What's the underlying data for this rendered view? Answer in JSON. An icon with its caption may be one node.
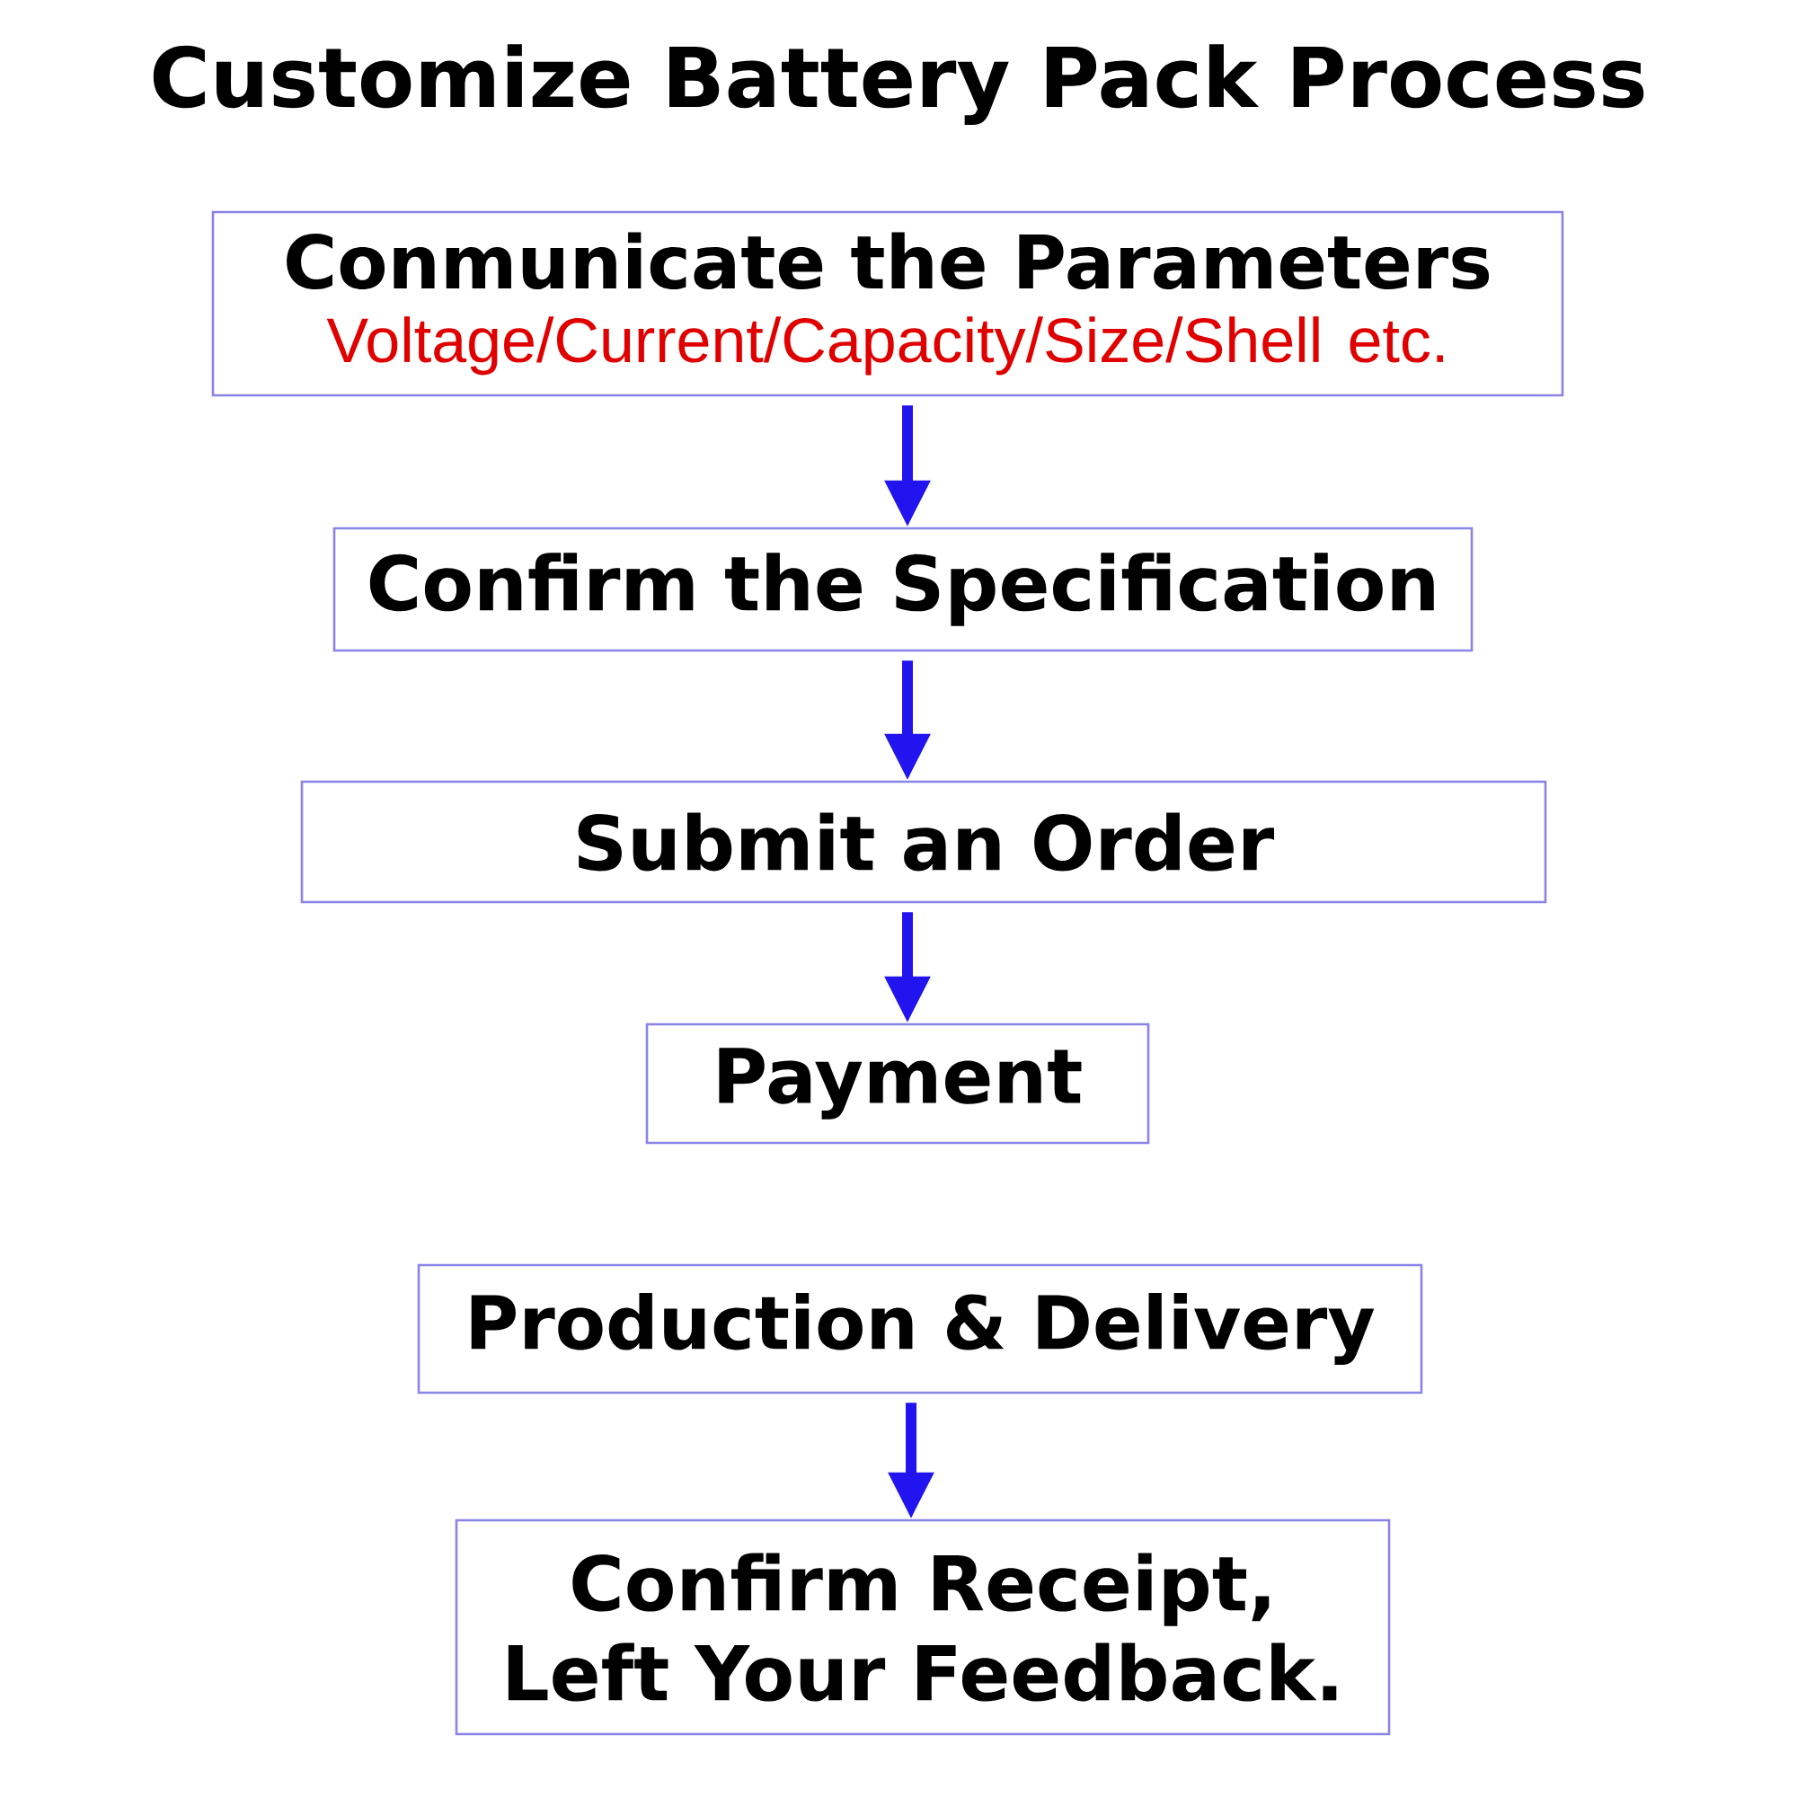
{
  "diagram": {
    "title": "Customize Battery Pack Process",
    "nodes": [
      {
        "text": [
          "Conmunicate the Parameters",
          "Voltage/Current/Capacity/Size/Shell etc."
        ]
      },
      {
        "text": [
          "Confirm the Specification"
        ]
      },
      {
        "text": [
          "Submit an Order"
        ]
      },
      {
        "text": [
          "Payment"
        ]
      },
      {
        "text": [
          "Production & Delivery"
        ]
      },
      {
        "text": [
          "Confirm Receipt, Left Your Feedback."
        ]
      }
    ],
    "edges": [
      {
        "from": 0,
        "to": 1,
        "arrow": "to"
      },
      {
        "from": 1,
        "to": 2,
        "arrow": "to"
      },
      {
        "from": 2,
        "to": 3,
        "arrow": "to"
      },
      {
        "from": 4,
        "to": 5,
        "arrow": "to"
      }
    ]
  }
}
